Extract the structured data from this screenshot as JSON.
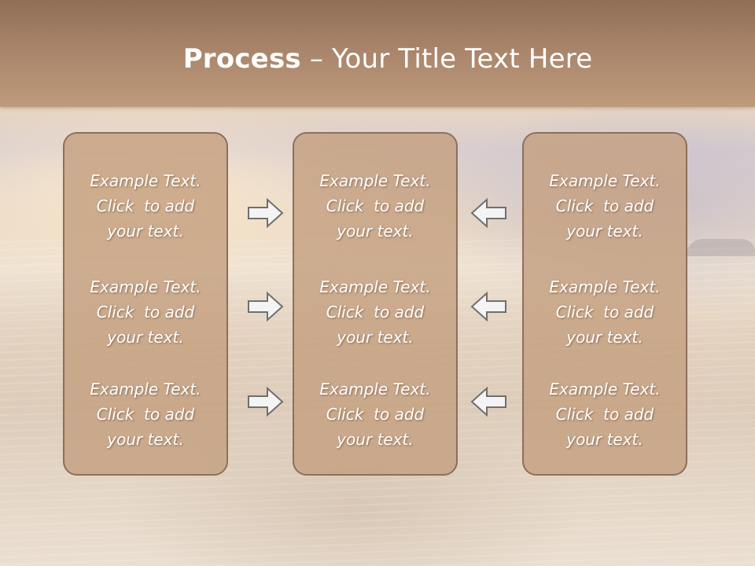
{
  "slide": {
    "title_bold": "Process",
    "title_rest": " – Your Title Text Here"
  },
  "columns": [
    {
      "items": [
        {
          "line1": "Example Text.",
          "line2": "Click  to add",
          "line3": "your text."
        },
        {
          "line1": "Example Text.",
          "line2": "Click  to add",
          "line3": "your text."
        },
        {
          "line1": "Example Text.",
          "line2": "Click  to add",
          "line3": "your text."
        }
      ]
    },
    {
      "items": [
        {
          "line1": "Example Text.",
          "line2": "Click  to add",
          "line3": "your text."
        },
        {
          "line1": "Example Text.",
          "line2": "Click  to add",
          "line3": "your text."
        },
        {
          "line1": "Example Text.",
          "line2": "Click  to add",
          "line3": "your text."
        }
      ]
    },
    {
      "items": [
        {
          "line1": "Example Text.",
          "line2": "Click  to add",
          "line3": "your text."
        },
        {
          "line1": "Example Text.",
          "line2": "Click  to add",
          "line3": "your text."
        },
        {
          "line1": "Example Text.",
          "line2": "Click  to add",
          "line3": "your text."
        }
      ]
    }
  ],
  "arrows": {
    "left_group": "arrow-right-icon",
    "right_group": "arrow-left-icon"
  },
  "colors": {
    "header": "#a8846a",
    "box_fill": "#c4a080",
    "box_border": "#8c705d",
    "text": "#ffffff"
  }
}
